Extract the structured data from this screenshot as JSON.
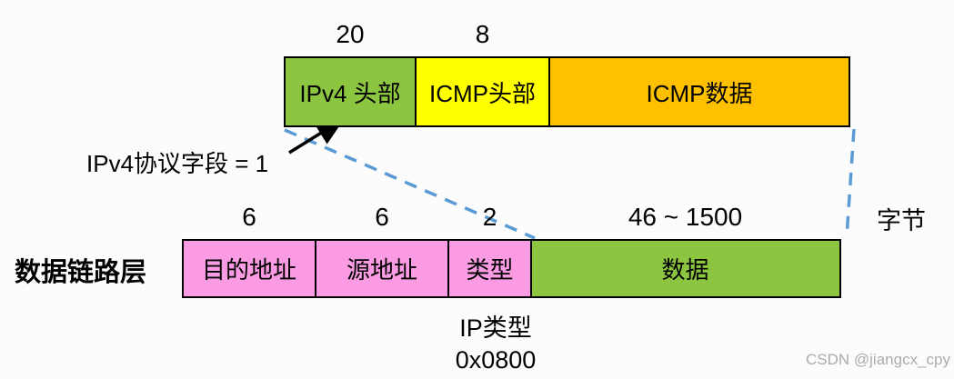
{
  "colors": {
    "background": "#FCFCFC",
    "border": "#000000",
    "green": "#8CC540",
    "yellow": "#FFFF00",
    "orange": "#FFC000",
    "pink": "#FA9BE3",
    "dashed_line_blue": "#5B9BD5",
    "arrow_black": "#000000",
    "watermark_gray": "#ABABAB"
  },
  "icmp_packet": {
    "fields": [
      {
        "label": "IPv4 头部",
        "size": "20",
        "color": "#8CC540"
      },
      {
        "label": "ICMP头部",
        "size": "8",
        "color": "#FFFF00"
      },
      {
        "label": "ICMP数据",
        "size": "",
        "color": "#FFC000"
      }
    ],
    "protocol_annotation": "IPv4协议字段 = 1"
  },
  "ethernet_frame": {
    "layer_label": "数据链路层",
    "fields": [
      {
        "label": "目的地址",
        "size": "6",
        "color": "#FA9BE3"
      },
      {
        "label": "源地址",
        "size": "6",
        "color": "#FA9BE3"
      },
      {
        "label": "类型",
        "size": "2",
        "color": "#FA9BE3"
      },
      {
        "label": "数据",
        "size": "46 ~ 1500",
        "color": "#8CC540"
      }
    ],
    "unit_label": "字节",
    "type_annotation": {
      "line1": "IP类型",
      "line2": "0x0800"
    }
  },
  "watermark": "CSDN @jiangcx_cpy"
}
